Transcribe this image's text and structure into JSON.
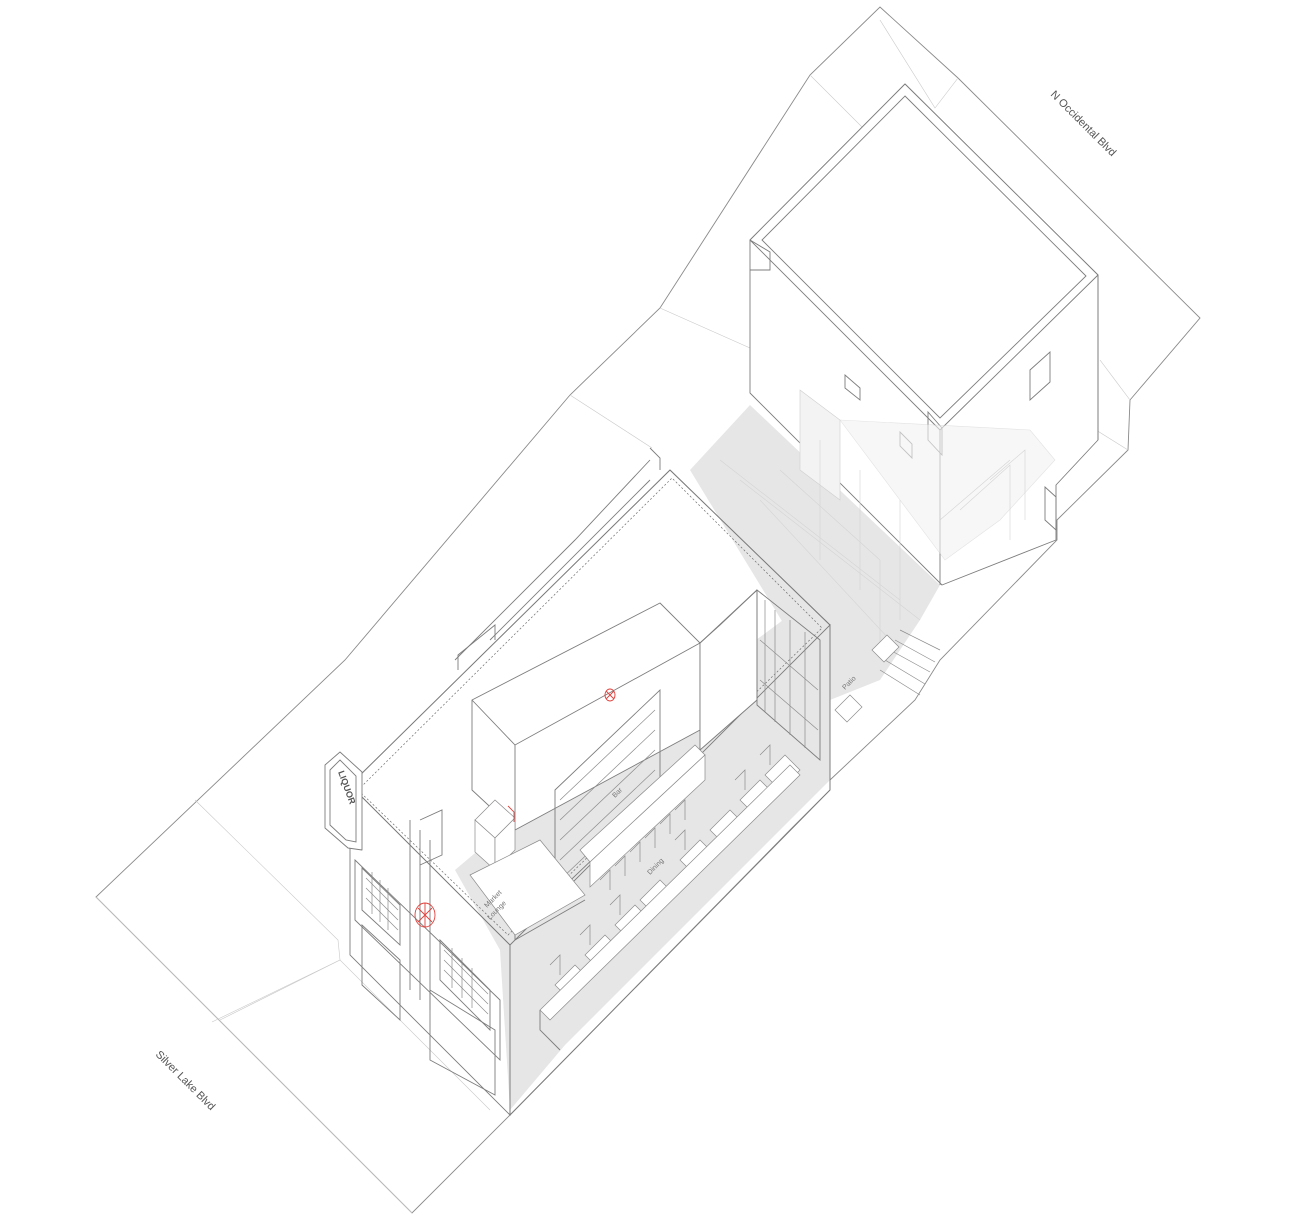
{
  "streets": {
    "north": "N Occidental Blvd",
    "south": "Silver Lake Blvd"
  },
  "rooms": {
    "bar": "Bar",
    "dining": "Dining",
    "lounge": "Lounge",
    "lounge_prefix": "Market",
    "patio": "Patio"
  },
  "signage": {
    "vertical_sign": "LIQUOR"
  },
  "colors": {
    "linework": "#7d7d7d",
    "accent": "#e0413c",
    "floor": "#e6e6e6"
  }
}
